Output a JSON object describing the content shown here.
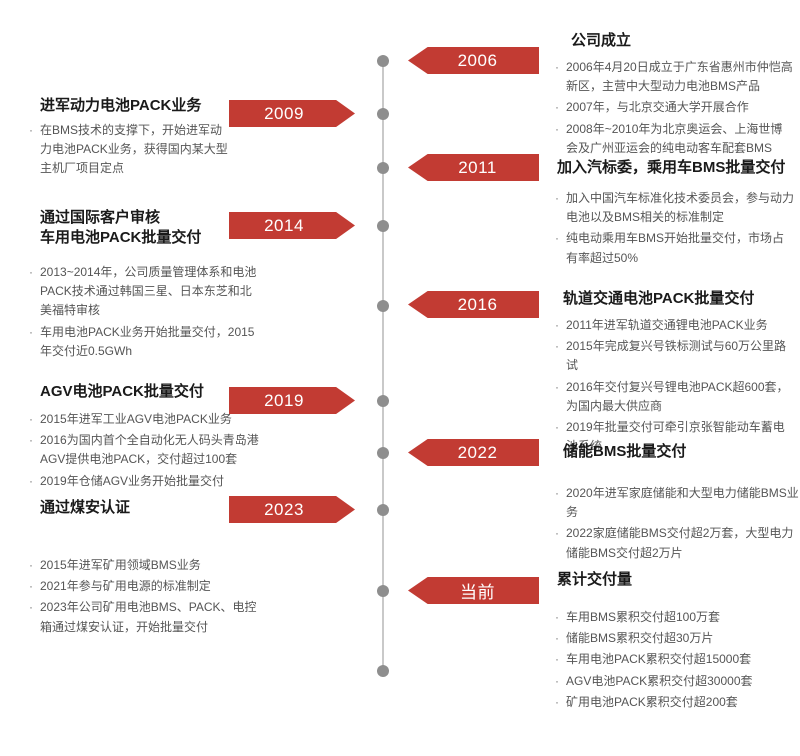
{
  "timeline": {
    "accent_color": "#c23b33",
    "line_color": "#c9c9c9",
    "dot_color": "#8e8e8e",
    "milestones": [
      {
        "year": "2006",
        "side": "right",
        "title": "公司成立",
        "bullets": [
          "2006年4月20日成立于广东省惠州市仲恺高新区，主营中大型动力电池BMS产品",
          "2007年，与北京交通大学开展合作",
          "2008年~2010年为北京奥运会、上海世博会及广州亚运会的纯电动客车配套BMS"
        ]
      },
      {
        "year": "2009",
        "side": "left",
        "title": "进军动力电池PACK业务",
        "bullets": [
          "在BMS技术的支撑下，开始进军动力电池PACK业务，获得国内某大型主机厂项目定点"
        ]
      },
      {
        "year": "2011",
        "side": "right",
        "title": "加入汽标委，乘用车BMS批量交付",
        "bullets": [
          "加入中国汽车标准化技术委员会，参与动力电池以及BMS相关的标准制定",
          "纯电动乘用车BMS开始批量交付，市场占有率超过50%"
        ]
      },
      {
        "year": "2014",
        "side": "left",
        "title": "通过国际客户审核\n车用电池PACK批量交付",
        "bullets": [
          "2013~2014年，公司质量管理体系和电池PACK技术通过韩国三星、日本东芝和北美福特审核",
          "车用电池PACK业务开始批量交付，2015年交付近0.5GWh"
        ]
      },
      {
        "year": "2016",
        "side": "right",
        "title": "轨道交通电池PACK批量交付",
        "bullets": [
          "2011年进军轨道交通锂电池PACK业务",
          "2015年完成复兴号铁标测试与60万公里路试",
          "2016年交付复兴号锂电池PACK超600套，为国内最大供应商",
          "2019年批量交付可牵引京张智能动车蓄电池系统"
        ]
      },
      {
        "year": "2019",
        "side": "left",
        "title": "AGV电池PACK批量交付",
        "bullets": [
          "2015年进军工业AGV电池PACK业务",
          "2016为国内首个全自动化无人码头青岛港AGV提供电池PACK，交付超过100套",
          "2019年仓储AGV业务开始批量交付"
        ]
      },
      {
        "year": "2022",
        "side": "right",
        "title": "储能BMS批量交付",
        "bullets": [
          "2020年进军家庭储能和大型电力储能BMS业务",
          "2022家庭储能BMS交付超2万套，大型电力储能BMS交付超2万片"
        ]
      },
      {
        "year": "2023",
        "side": "left",
        "title": "通过煤安认证",
        "bullets": [
          "2015年进军矿用领域BMS业务",
          "2021年参与矿用电源的标准制定",
          "2023年公司矿用电池BMS、PACK、电控箱通过煤安认证，开始批量交付"
        ]
      },
      {
        "year": "当前",
        "side": "right",
        "title": "累计交付量",
        "bullets": [
          "车用BMS累积交付超100万套",
          "储能BMS累积交付超30万片",
          "车用电池PACK累积交付超15000套",
          "AGV电池PACK累积交付超30000套",
          "矿用电池PACK累积交付超200套"
        ]
      }
    ]
  }
}
